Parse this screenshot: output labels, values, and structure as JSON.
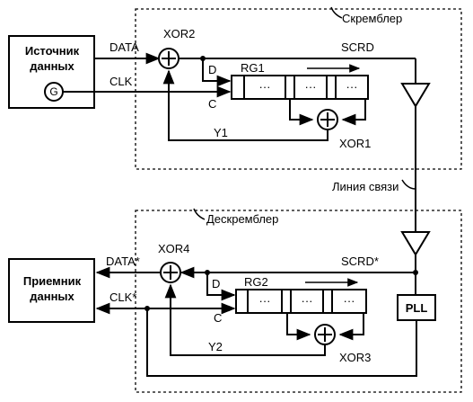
{
  "scrambler": {
    "title": "Скремблер",
    "source_label": "Источник данных",
    "source_line1": "Источник",
    "source_line2": "данных",
    "generator": "G",
    "data_signal": "DATA",
    "clk_signal": "CLK",
    "xor_top": "XOR2",
    "xor_fb": "XOR1",
    "register": "RG1",
    "reg_d": "D",
    "reg_c": "C",
    "feedback": "Y1",
    "output": "SCRD",
    "cell_text": "···"
  },
  "channel": {
    "label": "Линия связи"
  },
  "descrambler": {
    "title": "Дескремблер",
    "receiver_line1": "Приемник",
    "receiver_line2": "данных",
    "data_signal": "DATA*",
    "clk_signal": "CLK*",
    "xor_top": "XOR4",
    "xor_fb": "XOR3",
    "register": "RG2",
    "reg_d": "D",
    "reg_c": "C",
    "feedback": "Y2",
    "input": "SCRD*",
    "pll": "PLL",
    "cell_text": "···"
  }
}
